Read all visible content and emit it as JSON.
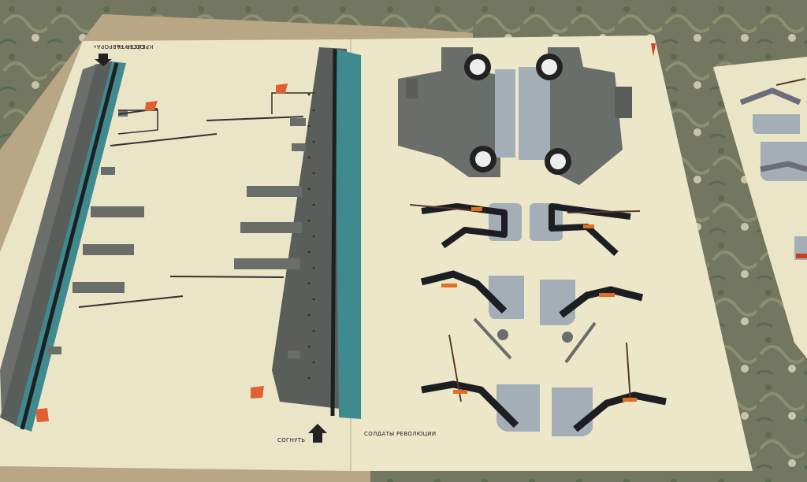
{
  "booklet": {
    "cruiser_title": "КРЕЙСЕР «АВРОРА»",
    "fold_label_top": "СОГНУТЬ",
    "fold_label_bottom": "СОГНУТЬ",
    "soldiers_label": "СОЛДАТЫ РЕВОЛЮЦИИ"
  },
  "palette": {
    "paper": "#ece6c8",
    "hull": "#5a5e5a",
    "waterline": "#3f8a8f",
    "armor": "#6a6e6a",
    "base": "#a3aeb6",
    "flag": "#e06030"
  }
}
